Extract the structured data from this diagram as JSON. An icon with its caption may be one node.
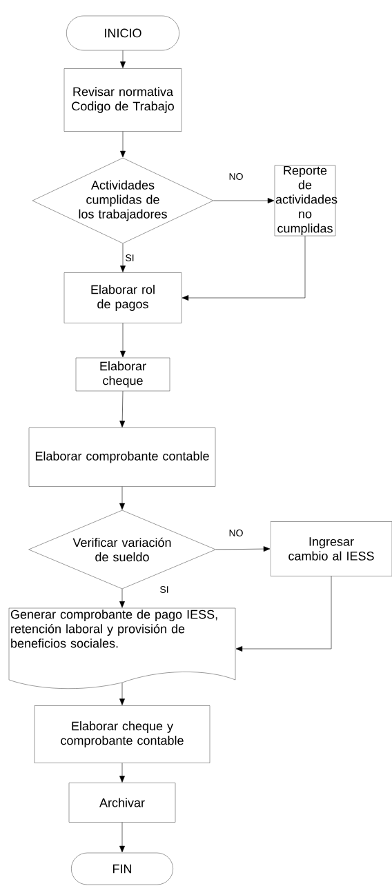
{
  "diagram": {
    "nodes": [
      {
        "text": [
          "INICIO"
        ]
      },
      {
        "text": [
          "Revisar normativa Codigo de Trabajo"
        ]
      },
      {
        "text": [
          "Actividades cumplidas de los trabajadores"
        ]
      },
      {
        "text": [
          "Reporte de actividades no cumplidas"
        ]
      },
      {
        "text": [
          "Elaborar rol de pagos"
        ]
      },
      {
        "text": [
          "Elaborar cheque"
        ]
      },
      {
        "text": [
          "Elaborar comprobante contable"
        ]
      },
      {
        "text": [
          "Verificar variación de sueldo"
        ]
      },
      {
        "text": [
          "Ingresar cambio al IESS"
        ]
      },
      {
        "text": [
          "Generar comprobante de pago IESS, retención laboral y provisión de beneficios sociales."
        ]
      },
      {
        "text": [
          "Elaborar cheque y comprobante contable"
        ]
      },
      {
        "text": [
          "Archivar"
        ]
      },
      {
        "text": [
          "FIN"
        ]
      }
    ],
    "edges": [
      {
        "from": 0,
        "to": 1,
        "arrow": "to"
      },
      {
        "from": 1,
        "to": 2,
        "arrow": "to"
      },
      {
        "from": 2,
        "to": 3,
        "arrow": "to",
        "label": "NO"
      },
      {
        "from": 2,
        "to": 4,
        "arrow": "to",
        "label": "SI"
      },
      {
        "from": 3,
        "to": 4,
        "arrow": "to"
      },
      {
        "from": 4,
        "to": 5,
        "arrow": "to"
      },
      {
        "from": 5,
        "to": 6,
        "arrow": "to"
      },
      {
        "from": 6,
        "to": 7,
        "arrow": "to"
      },
      {
        "from": 7,
        "to": 8,
        "arrow": "to",
        "label": "NO"
      },
      {
        "from": 7,
        "to": 9,
        "arrow": "to",
        "label": "SI"
      },
      {
        "from": 8,
        "to": 9,
        "arrow": "to"
      },
      {
        "from": 9,
        "to": 10,
        "arrow": "to"
      },
      {
        "from": 10,
        "to": 11,
        "arrow": "to"
      },
      {
        "from": 11,
        "to": 12,
        "arrow": "to"
      }
    ]
  }
}
